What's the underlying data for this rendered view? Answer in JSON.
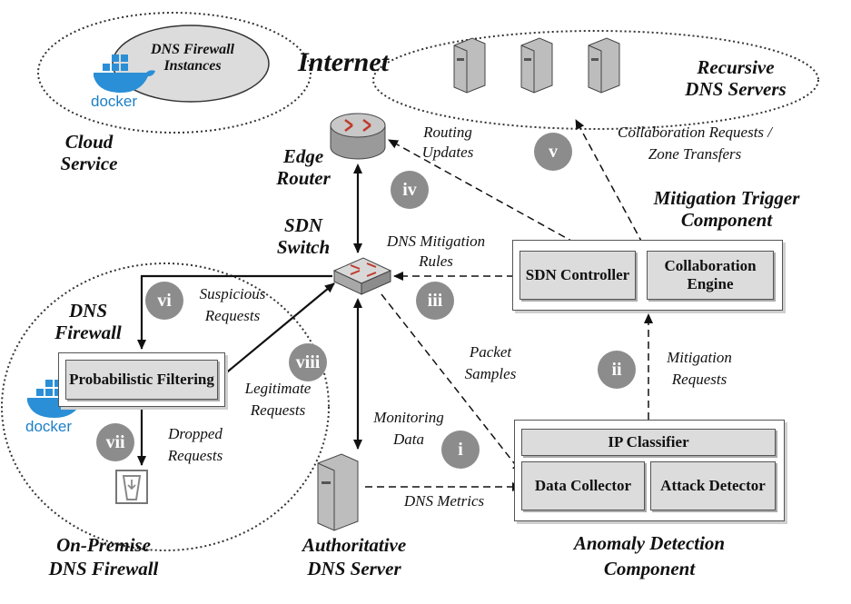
{
  "internet": "Internet",
  "cloud": {
    "instances": "DNS Firewall Instances",
    "label_line1": "Cloud",
    "label_line2": "Service",
    "docker": "docker"
  },
  "recursive": {
    "line1": "Recursive",
    "line2": "DNS Servers"
  },
  "edge_router": {
    "line1": "Edge",
    "line2": "Router"
  },
  "sdn_switch": {
    "line1": "SDN",
    "line2": "Switch"
  },
  "routing_updates": {
    "line1": "Routing",
    "line2": "Updates"
  },
  "collab_requests": {
    "line1": "Collaboration Requests /",
    "line2": "Zone Transfers"
  },
  "mitigation_trigger": {
    "title_line1": "Mitigation Trigger",
    "title_line2": "Component",
    "sdn_controller": "SDN Controller",
    "collaboration_engine": "Collaboration Engine"
  },
  "dns_mitigation_rules": {
    "line1": "DNS Mitigation",
    "line2": "Rules"
  },
  "dns_firewall": {
    "line1": "DNS",
    "line2": "Firewall"
  },
  "suspicious": {
    "line1": "Suspicious",
    "line2": "Requests"
  },
  "probabilistic": "Probabilistic Filtering",
  "legitimate": {
    "line1": "Legitimate",
    "line2": "Requests"
  },
  "dropped": {
    "line1": "Dropped",
    "line2": "Requests"
  },
  "on_premise": {
    "line1": "On-Premise",
    "line2": "DNS Firewall"
  },
  "packet_samples": {
    "line1": "Packet",
    "line2": "Samples"
  },
  "mitigation_requests": {
    "line1": "Mitigation",
    "line2": "Requests"
  },
  "monitoring_data": {
    "line1": "Monitoring",
    "line2": "Data"
  },
  "dns_metrics": "DNS Metrics",
  "anomaly": {
    "ip_classifier": "IP Classifier",
    "data_collector": "Data Collector",
    "attack_detector": "Attack Detector",
    "title_line1": "Anomaly Detection",
    "title_line2": "Component"
  },
  "authoritative": {
    "line1": "Authoritative",
    "line2": "DNS Server"
  },
  "steps": [
    "i",
    "ii",
    "iii",
    "iv",
    "v",
    "vi",
    "vii",
    "viii"
  ]
}
